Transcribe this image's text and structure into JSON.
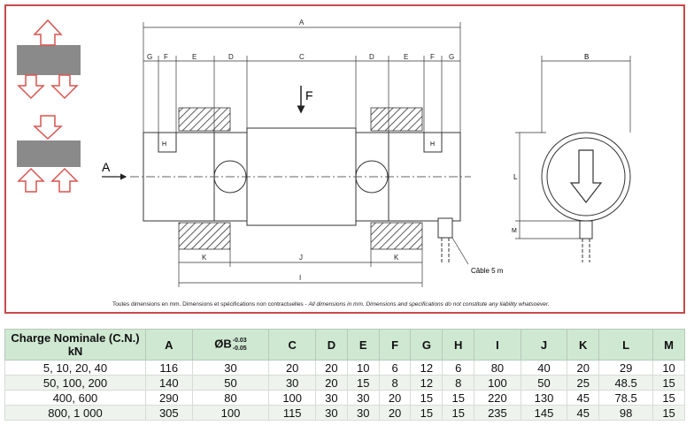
{
  "drawing": {
    "dimension_labels": [
      "A",
      "G",
      "F",
      "E",
      "D",
      "C",
      "D",
      "E",
      "F",
      "G",
      "B",
      "H",
      "H",
      "F",
      "A",
      "K",
      "J",
      "K",
      "I",
      "L",
      "M"
    ],
    "cable_label": "Câble 5 m",
    "disclaimer_fr": "Toutes dimensions en mm. Dimensions et spécifications non contractuelles - ",
    "disclaimer_en": "All dimensions in mm. Dimensions and specifications do not constitute any liability whatsoever."
  },
  "table": {
    "header_line1": "Charge Nominale (C.N.)",
    "header_line2": "kN",
    "columns": [
      "A",
      "ØB",
      "C",
      "D",
      "E",
      "F",
      "G",
      "H",
      "I",
      "J",
      "K",
      "L",
      "M"
    ],
    "tol_upper": "-0.03",
    "tol_lower": "-0.05",
    "rows": [
      {
        "charge": "5, 10, 20, 40",
        "values": [
          "116",
          "30",
          "20",
          "20",
          "10",
          "6",
          "12",
          "6",
          "80",
          "40",
          "20",
          "29",
          "10"
        ]
      },
      {
        "charge": "50, 100, 200",
        "values": [
          "140",
          "50",
          "30",
          "20",
          "15",
          "8",
          "12",
          "8",
          "100",
          "50",
          "25",
          "48.5",
          "15"
        ]
      },
      {
        "charge": "400, 600",
        "values": [
          "290",
          "80",
          "100",
          "30",
          "30",
          "20",
          "15",
          "15",
          "220",
          "130",
          "45",
          "78.5",
          "15"
        ]
      },
      {
        "charge": "800, 1 000",
        "values": [
          "305",
          "100",
          "115",
          "30",
          "30",
          "20",
          "15",
          "15",
          "235",
          "145",
          "45",
          "98",
          "15"
        ]
      }
    ]
  }
}
